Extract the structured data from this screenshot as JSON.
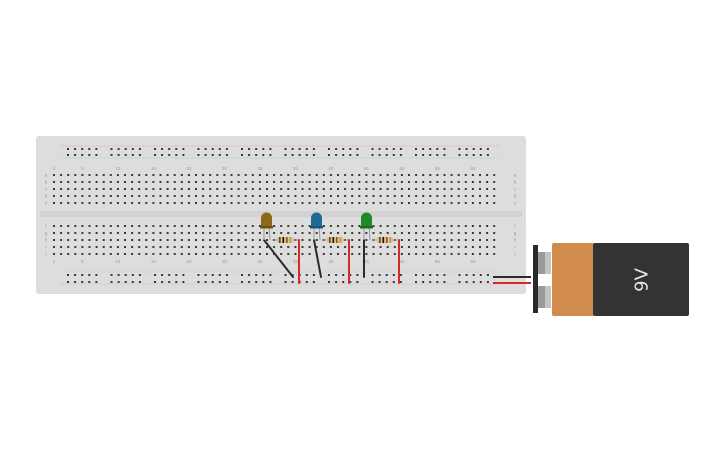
{
  "scene": {
    "title": "",
    "breadboard": {
      "body_color": "#dddddd",
      "hole_color": "#3a3a3a",
      "rail_line_red": "#e07f7f",
      "rail_line_blue": "#9fb7d9",
      "row_letters_top": [
        "a",
        "b",
        "c",
        "d",
        "e"
      ],
      "row_letters_bottom": [
        "f",
        "g",
        "h",
        "i",
        "j"
      ],
      "column_numbers": [
        "1",
        "5",
        "10",
        "15",
        "20",
        "25",
        "30",
        "35",
        "40",
        "45",
        "50",
        "55",
        "60"
      ]
    },
    "components": [
      {
        "kind": "led",
        "color_name": "yellow",
        "color": "#8a6a1a"
      },
      {
        "kind": "led",
        "color_name": "blue",
        "color": "#1e6a94"
      },
      {
        "kind": "led",
        "color_name": "green",
        "color": "#1e8a2a"
      },
      {
        "kind": "resistor",
        "band_colors": [
          "#7a3e00",
          "#111111",
          "#a0522d",
          "#c9a227"
        ]
      },
      {
        "kind": "resistor",
        "band_colors": [
          "#7a3e00",
          "#111111",
          "#a0522d",
          "#c9a227"
        ]
      },
      {
        "kind": "resistor",
        "band_colors": [
          "#7a3e00",
          "#111111",
          "#a0522d",
          "#c9a227"
        ]
      }
    ],
    "wires": {
      "black": "#2b2b2b",
      "red": "#d42a2a"
    },
    "battery": {
      "label": "9V",
      "body_color": "#333333",
      "band_color": "#d18b4c",
      "terminal_color": "#9a9a9a"
    }
  }
}
